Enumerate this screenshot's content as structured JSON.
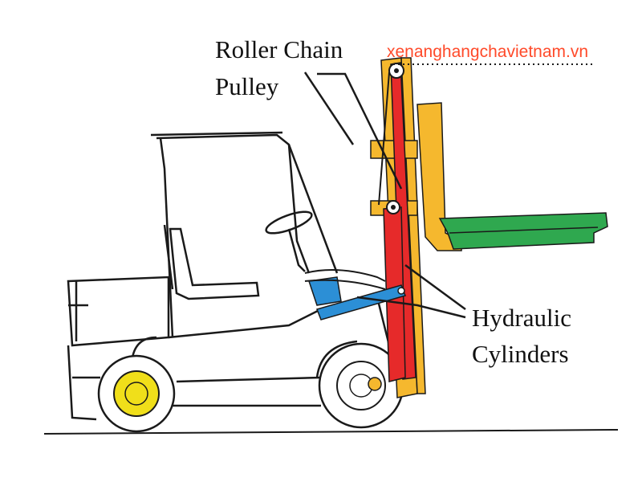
{
  "labels": {
    "roller_chain": "Roller Chain",
    "pulley": "Pulley",
    "hydraulic": "Hydraulic",
    "cylinders": "Cylinders"
  },
  "watermark": "xenanghangchavietnam.vn",
  "colors": {
    "mast": "#f5b82e",
    "cylinder": "#e62a2a",
    "fork": "#2fa84f",
    "tilt_cylinder": "#2c8fd6",
    "wheel_hub": "#f0df1a",
    "outline": "#1a1a1a",
    "watermark": "#ff4a2a"
  }
}
